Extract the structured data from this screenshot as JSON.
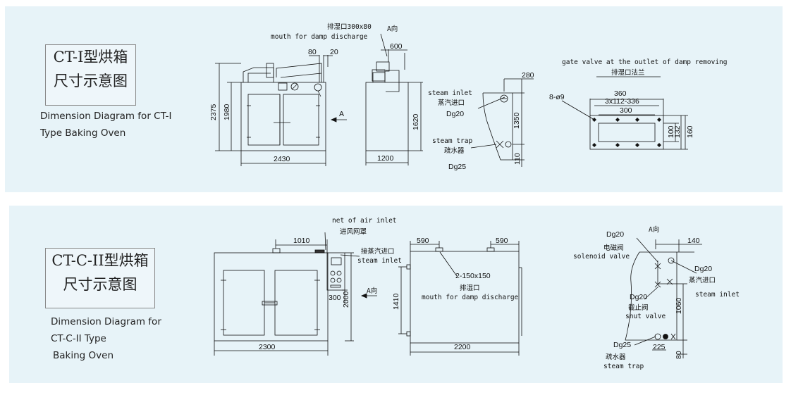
{
  "panel1": {
    "title_line1": "CT-I型烘箱",
    "title_line2": "尺寸示意图",
    "english_line1": "Dimension Diagram for CT-I",
    "english_line2": "Type Baking Oven",
    "labels": {
      "damp_cn": "排湿口300x80",
      "damp_en": "mouth for damp discharge",
      "a_dir": "A向",
      "a_arrow": "A",
      "gate_en": "gate valve at the outlet of damp removing",
      "gate_cn": "排湿口法兰",
      "steam_inlet_en": "steam inlet",
      "steam_inlet_cn": "蒸汽进口",
      "steam_inlet_dg": "Dg20",
      "steam_trap_en": "steam trap",
      "steam_trap_cn": "疏水器",
      "steam_trap_dg": "Dg25",
      "holes": "8-ø9"
    },
    "dims": {
      "d80": "80",
      "d20": "20",
      "d2375": "2375",
      "d1980": "1980",
      "d2430": "2430",
      "d600": "600",
      "d1620": "1620",
      "d1200": "1200",
      "d280": "280",
      "d1350": "1350",
      "d110": "110",
      "d360": "360",
      "d3x112": "3x112-336",
      "d300": "300",
      "d100": "100",
      "d132": "132",
      "d160": "160"
    }
  },
  "panel2": {
    "title_line1": "CT-C-II型烘箱",
    "title_line2": "尺寸示意图",
    "english_line1": "Dimension Diagram for",
    "english_line2": "CT-C-II Type",
    "english_line3": "Baking Oven",
    "labels": {
      "air_en": "net of air inlet",
      "air_cn": "进风网罩",
      "steam_inlet_cn": "接蒸汽进口",
      "steam_inlet_en": "steam inlet",
      "a_dir_left": "A向",
      "damp_spec": "2-150x150",
      "damp_cn": "排湿口",
      "damp_en": "mouth for damp discharge",
      "a_dir_right": "A向",
      "dg20_top": "Dg20",
      "solenoid_cn": "电磁阀",
      "solenoid_en": "solenoid valve",
      "dg20_right": "Dg20",
      "steam_inlet_cn2": "蒸汽进口",
      "steam_inlet_en2": "steam inlet",
      "dg20_mid": "Dg20",
      "shut_cn": "截止阀",
      "shut_en": "shut valve",
      "dg25": "Dg25",
      "trap_cn": "疏水器",
      "trap_en": "steam trap"
    },
    "dims": {
      "d1010": "1010",
      "d300": "300",
      "d2000": "2000",
      "d2300": "2300",
      "d590a": "590",
      "d590b": "590",
      "d1410": "1410",
      "d2200": "2200",
      "d140": "140",
      "d1060": "1060",
      "d225": "225",
      "d80": "80"
    }
  }
}
